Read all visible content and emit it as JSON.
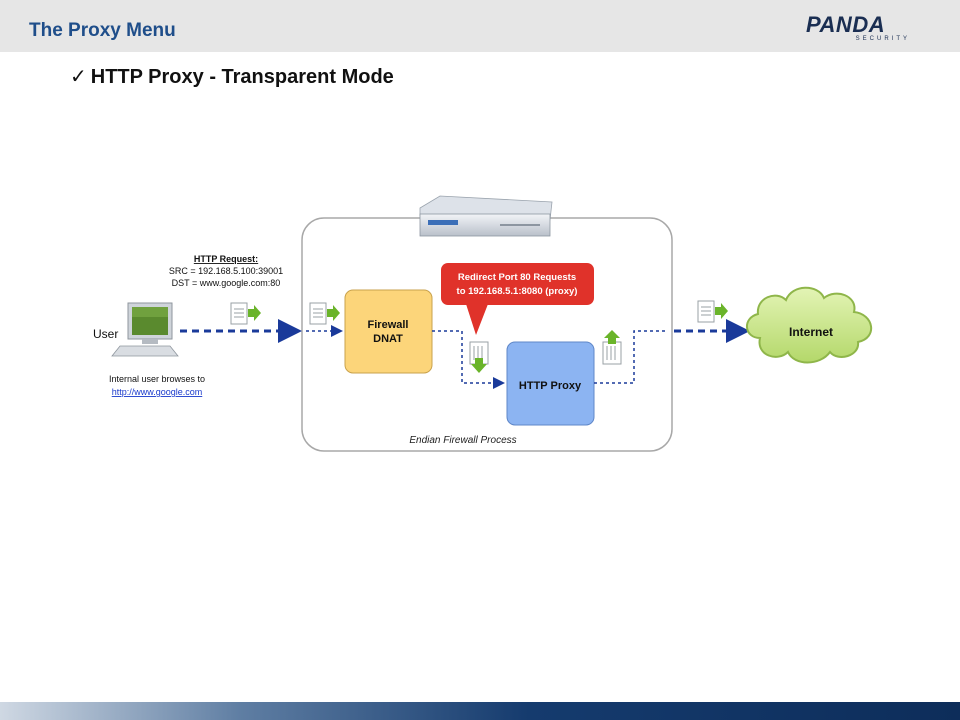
{
  "header": {
    "title": "The Proxy Menu"
  },
  "logo": {
    "main": "PANDA",
    "sub": "SECURITY"
  },
  "bullet": {
    "text": "HTTP Proxy - Transparent Mode"
  },
  "diagram": {
    "request_title": "HTTP Request:",
    "request_src": "SRC = 192.168.5.100:39001",
    "request_dst": "DST = www.google.com:80",
    "user_label": "User",
    "user_note_line1": "Internal user browses to",
    "user_note_link": "http://www.google.com",
    "firewall_line1": "Firewall",
    "firewall_line2": "DNAT",
    "callout_line1": "Redirect Port 80 Requests",
    "callout_line2": "to 192.168.5.1:8080 (proxy)",
    "proxy_label": "HTTP Proxy",
    "process_label": "Endian Firewall Process",
    "internet_label": "Internet"
  },
  "colors": {
    "title_blue": "#1f4e8a",
    "firewall_box": "#fcd57a",
    "proxy_box": "#8cb4f2",
    "callout_red": "#e0322a",
    "cloud_green": "#c8e68a",
    "arrow_blue": "#1a3a9a",
    "doc_arrow_green": "#6ab42a"
  }
}
